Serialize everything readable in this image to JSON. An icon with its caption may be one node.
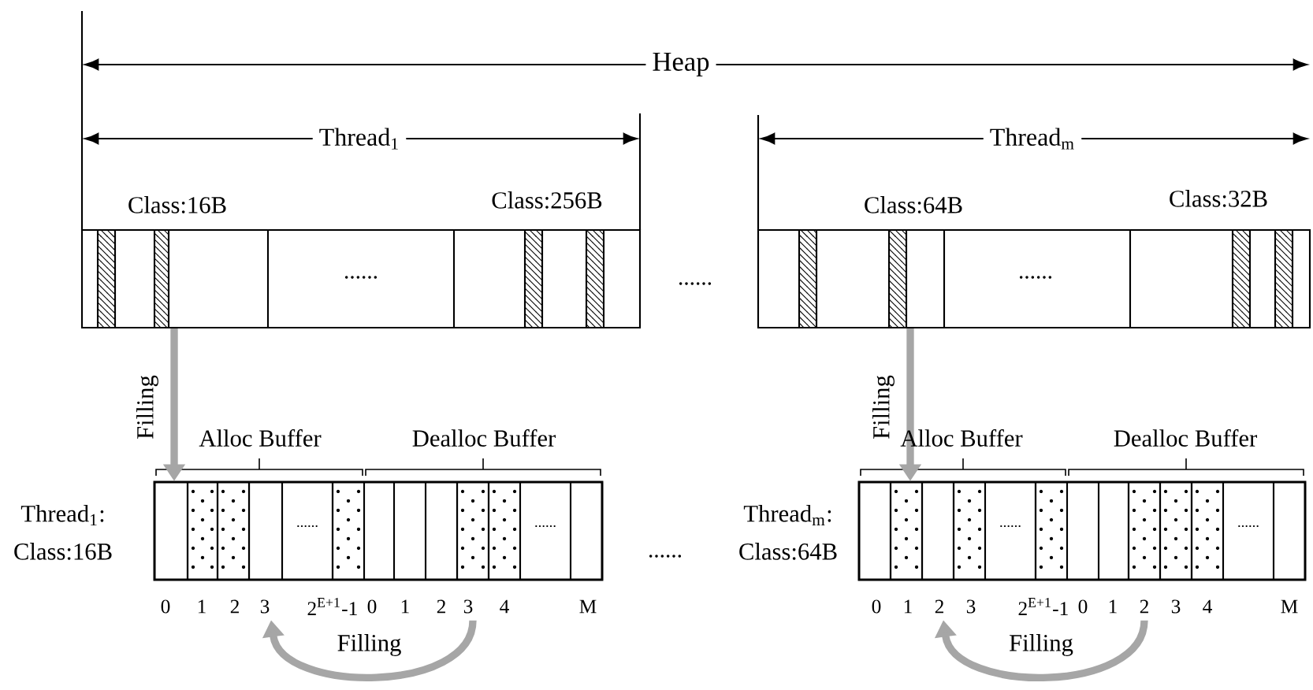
{
  "diagram": {
    "nodes": [
      {
        "text": [],
        "shape": "box"
      },
      {
        "text": [],
        "shape": "bar",
        "in": 0,
        "beside": [
          "Class:16B"
        ]
      },
      {
        "text": [],
        "shape": "box"
      },
      {
        "text": [],
        "shape": "bar",
        "in": 2,
        "beside": [
          "Class:64B"
        ]
      },
      {
        "text": [],
        "shape": "box",
        "beside": [
          "Thread$_{1}$:",
          "Class:16B"
        ]
      },
      {
        "text": [],
        "shape": "box",
        "in": 4
      },
      {
        "text": [],
        "shape": "box",
        "in": 4
      },
      {
        "text": [],
        "shape": "box",
        "in": 4
      },
      {
        "text": [],
        "shape": "box",
        "beside": [
          "Thread$_{m}$:",
          "Class:64B"
        ]
      },
      {
        "text": [],
        "shape": "box",
        "in": 8
      },
      {
        "text": [],
        "shape": "box",
        "in": 8
      },
      {
        "text": [],
        "shape": "box",
        "in": 8
      }
    ],
    "edges": [
      {
        "from": 1,
        "to": 5,
        "arrow": "to",
        "label": "Filling"
      },
      {
        "from": 7,
        "to": 6,
        "arrow": "to",
        "label": "Filling"
      },
      {
        "from": 3,
        "to": 9,
        "arrow": "to",
        "label": "Filling"
      },
      {
        "from": 11,
        "to": 10,
        "arrow": "to",
        "label": "Filling"
      }
    ],
    "labels": [
      "Heap",
      "Thread$_{1}$",
      "Thread$_{m}$",
      "Class:256B",
      "Class:32B",
      "......",
      "......",
      "......",
      "Alloc Buffer",
      "Dealloc Buffer",
      "Alloc Buffer",
      "Dealloc Buffer",
      "......",
      "......",
      "......",
      "......",
      "......",
      "0",
      "1",
      "2",
      "3",
      "2$^{E+1}$-1",
      "0",
      "1",
      "2",
      "3",
      "4",
      "M",
      "0",
      "1",
      "2",
      "3",
      "2$^{E+1}$-1",
      "0",
      "1",
      "2",
      "3",
      "4",
      "M"
    ]
  }
}
